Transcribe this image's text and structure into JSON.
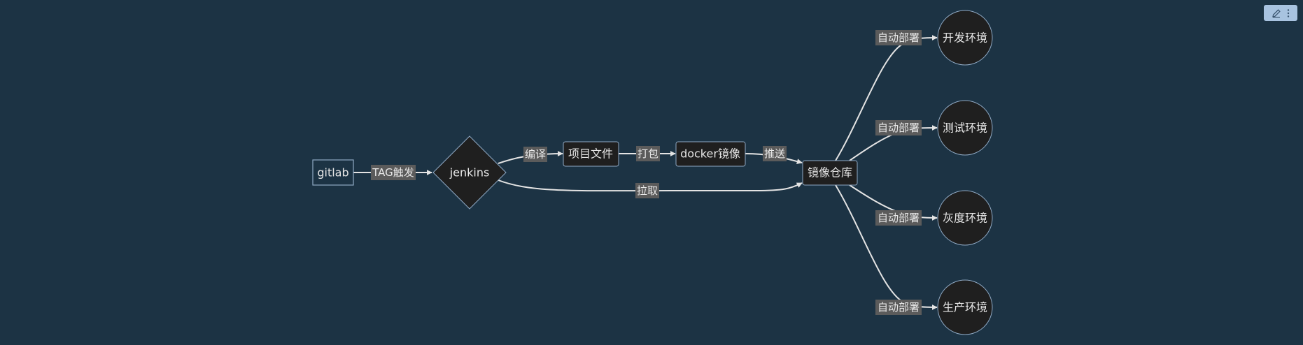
{
  "nodes": {
    "gitlab": "gitlab",
    "jenkins": "jenkins",
    "project_files": "项目文件",
    "docker_image": "docker镜像",
    "image_repo": "镜像仓库",
    "dev_env": "开发环境",
    "test_env": "测试环境",
    "gray_env": "灰度环境",
    "prod_env": "生产环境"
  },
  "edges": {
    "tag_trigger": "TAG触发",
    "compile": "编译",
    "package": "打包",
    "push": "推送",
    "pull": "拉取",
    "deploy_dev": "自动部署",
    "deploy_test": "自动部署",
    "deploy_gray": "自动部署",
    "deploy_prod": "自动部署"
  },
  "toolbar": {
    "edit_icon": "pencil-icon",
    "more_icon": "more-vertical-icon"
  }
}
